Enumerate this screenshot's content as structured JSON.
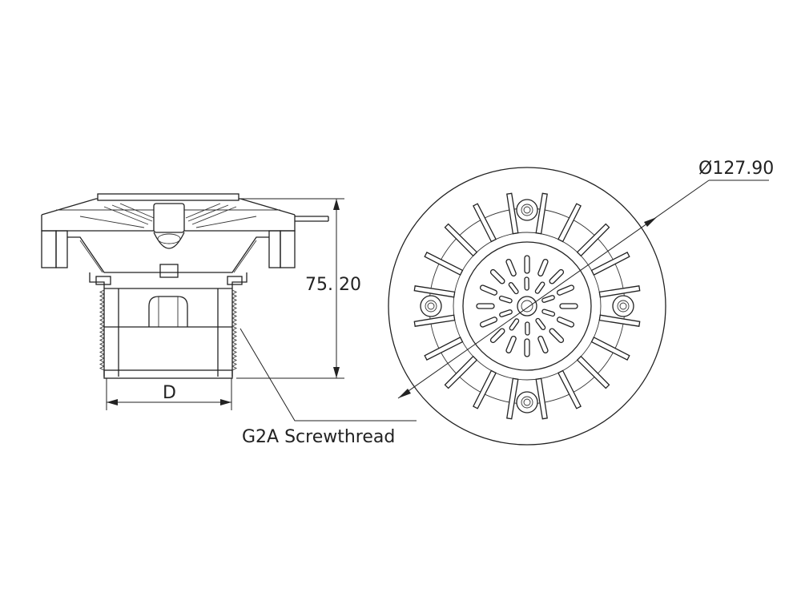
{
  "labels": {
    "height_dim": "75. 20",
    "diameter_dim": "Ø127.90",
    "width_dim": "D",
    "thread_note": "G2A Screwthread"
  },
  "colors": {
    "line": "#222222",
    "background": "#ffffff"
  },
  "views": [
    "side-view",
    "top-view"
  ]
}
